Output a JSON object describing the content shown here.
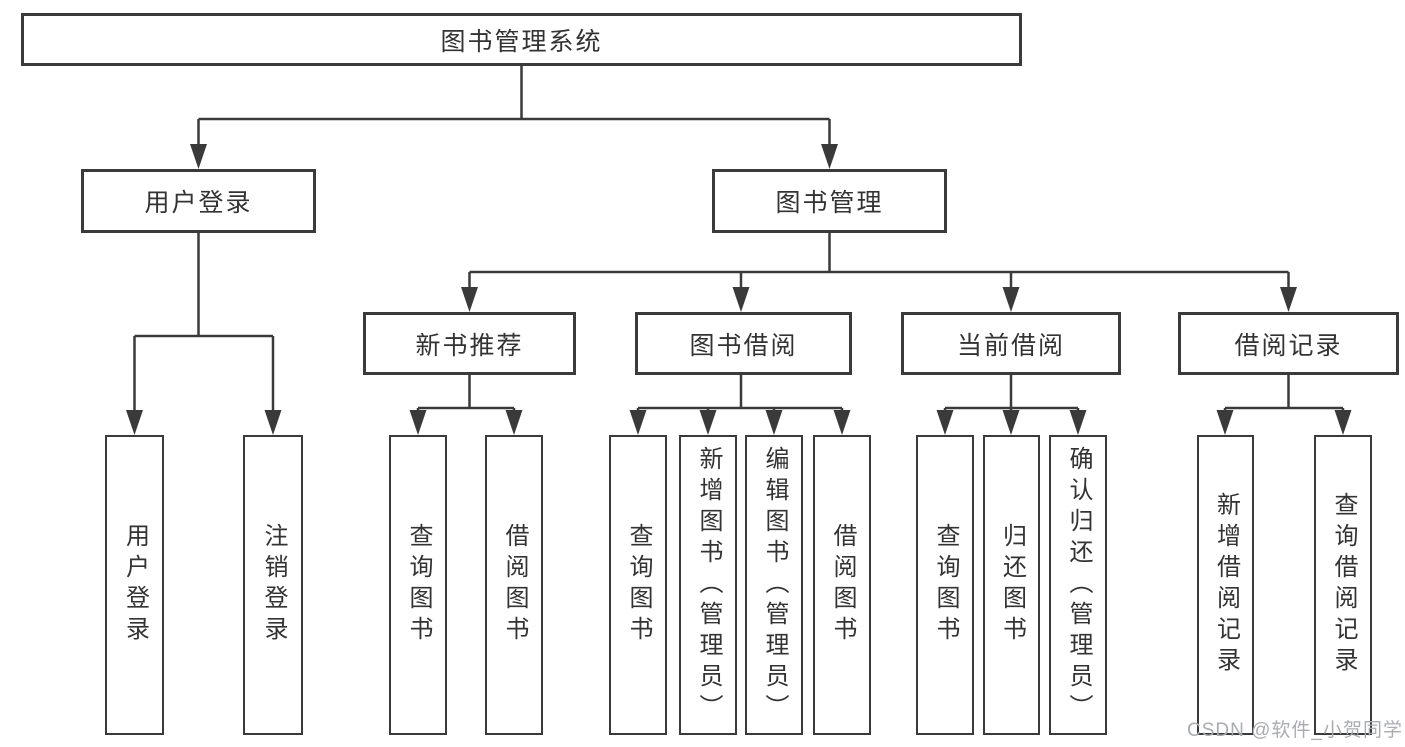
{
  "nodes": {
    "root": "图书管理系统",
    "user_branch": "用户登录",
    "book_branch": "图书管理",
    "mid": [
      "新书推荐",
      "图书借阅",
      "当前借阅",
      "借阅记录"
    ],
    "user_leaves": [
      "用户登录",
      "注销登录"
    ],
    "new_book_leaves": [
      "查询图书",
      "借阅图书"
    ],
    "borrow_leaves": [
      "查询图书",
      "新增图书（管理员）",
      "编辑图书（管理员）",
      "借阅图书"
    ],
    "current_leaves": [
      "查询图书",
      "归还图书",
      "确认归还（管理员）"
    ],
    "record_leaves": [
      "新增借阅记录",
      "查询借阅记录"
    ]
  },
  "watermark": "CSDN @软件_小贺同学",
  "colors": {
    "line": "#3a3a3a",
    "text": "#333333",
    "background": "#ffffff",
    "watermark": "#a9acb0"
  }
}
